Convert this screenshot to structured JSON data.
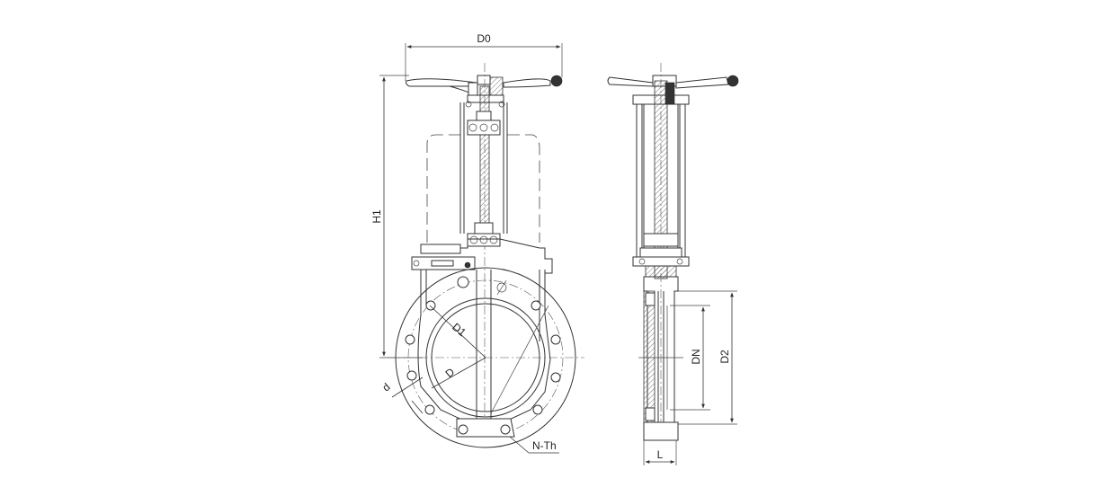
{
  "drawing": {
    "labels": {
      "d0": "D0",
      "h1": "H1",
      "d1": "D1",
      "d": "D",
      "small_d": "d",
      "n_th": "N-Th",
      "dn": "DN",
      "d2": "D2",
      "l": "L"
    }
  }
}
